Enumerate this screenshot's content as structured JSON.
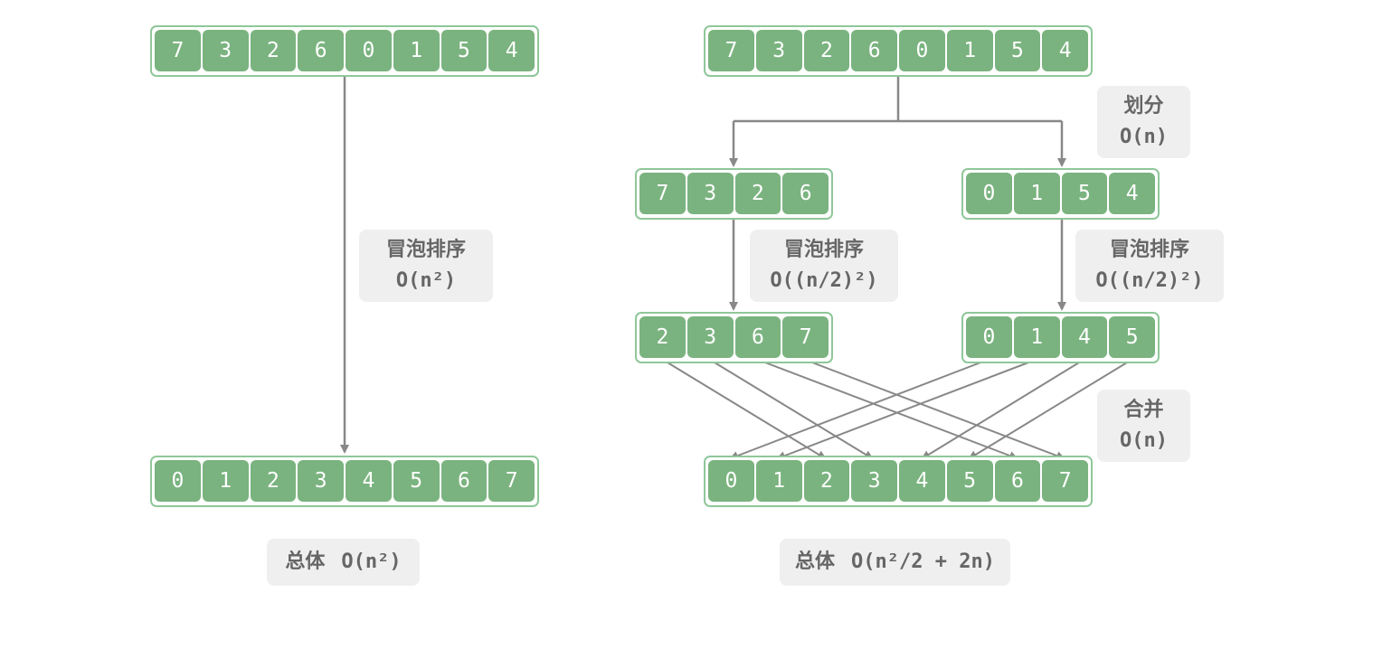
{
  "left": {
    "input": [
      "7",
      "3",
      "2",
      "6",
      "0",
      "1",
      "5",
      "4"
    ],
    "output": [
      "0",
      "1",
      "2",
      "3",
      "4",
      "5",
      "6",
      "7"
    ],
    "bubble_label": "冒泡排序",
    "bubble_complexity": "O(n²)",
    "total_label": "总体",
    "total_complexity": "O(n²)"
  },
  "right": {
    "input": [
      "7",
      "3",
      "2",
      "6",
      "0",
      "1",
      "5",
      "4"
    ],
    "split_left": [
      "7",
      "3",
      "2",
      "6"
    ],
    "split_right": [
      "0",
      "1",
      "5",
      "4"
    ],
    "sorted_left": [
      "2",
      "3",
      "6",
      "7"
    ],
    "sorted_right": [
      "0",
      "1",
      "4",
      "5"
    ],
    "output": [
      "0",
      "1",
      "2",
      "3",
      "4",
      "5",
      "6",
      "7"
    ],
    "divide_label": "划分",
    "divide_complexity": "O(n)",
    "bubble_label_left": "冒泡排序",
    "bubble_complexity_left": "O((n/2)²)",
    "bubble_label_right": "冒泡排序",
    "bubble_complexity_right": "O((n/2)²)",
    "merge_label": "合并",
    "merge_complexity": "O(n)",
    "total_label": "总体",
    "total_complexity": "O(n²/2 + 2n)"
  },
  "colors": {
    "cell": "#7ab37f",
    "cell_border": "#8fc79a",
    "arrow": "#888888",
    "label_bg": "#efefef",
    "label_text": "#666666"
  }
}
